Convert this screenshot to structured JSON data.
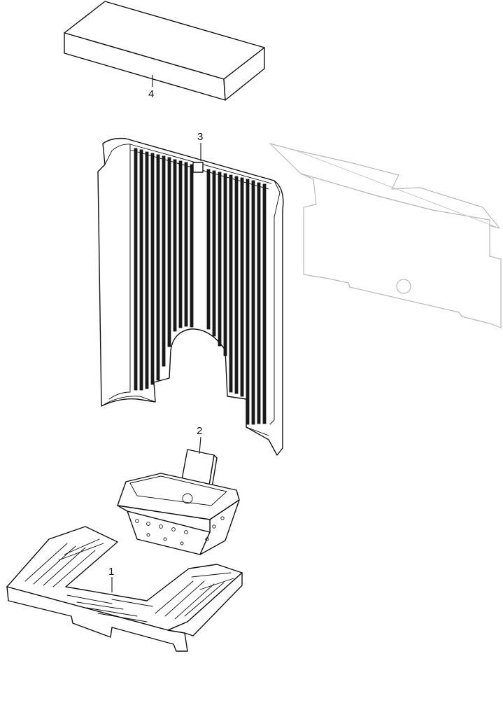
{
  "callouts": [
    {
      "id": "1",
      "label": "1"
    },
    {
      "id": "2",
      "label": "2"
    },
    {
      "id": "3",
      "label": "3"
    },
    {
      "id": "4",
      "label": "4"
    }
  ],
  "colors": {
    "line": "#111111",
    "ghost": "#b9b9b9",
    "background": "#ffffff"
  }
}
